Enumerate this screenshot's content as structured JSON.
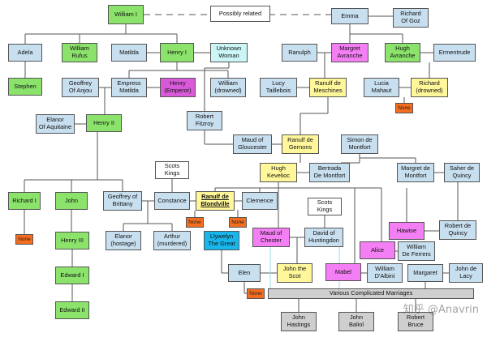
{
  "colors": {
    "green": "#8be36b",
    "blue": "#c8dff0",
    "magenta": "#d95ad9",
    "yellow": "#fff79a",
    "cyan": "#ccf6f6",
    "pink": "#f47ef4",
    "orange": "#f56d1f",
    "white": "#ffffff",
    "grey": "#cfcfcf",
    "teal": "#18b6ea",
    "line": "#555555",
    "line_light": "#9fdbe8"
  },
  "watermark": "知乎 @Anavrin",
  "nodes": {
    "william1": {
      "text": "William I",
      "color": "green"
    },
    "possibly_related": {
      "text": "Possibly related",
      "color": "white"
    },
    "emma": {
      "text": "Emma",
      "color": "blue"
    },
    "richard_goz": {
      "text": "Richard\nOf Goz",
      "color": "blue"
    },
    "adela": {
      "text": "Adela",
      "color": "blue"
    },
    "william_rufus": {
      "text": "William\nRufus",
      "color": "green"
    },
    "matilda": {
      "text": "Matilda",
      "color": "blue"
    },
    "henry1": {
      "text": "Henry I",
      "color": "green"
    },
    "unknown_woman": {
      "text": "Unknown\nWoman",
      "color": "cyan"
    },
    "ranulph": {
      "text": "Ranulph",
      "color": "blue"
    },
    "margret_avranche": {
      "text": "Margret\nAvranche",
      "color": "pink"
    },
    "hugh_avranche": {
      "text": "Hugh\nAvranche",
      "color": "green"
    },
    "ermentrude": {
      "text": "Ermentrude",
      "color": "blue"
    },
    "stephen": {
      "text": "Stephen",
      "color": "green"
    },
    "geoffrey_anjou": {
      "text": "Geoffrey\nOf Anjou",
      "color": "blue"
    },
    "empress_matilda": {
      "text": "Empress\nMatilda",
      "color": "blue"
    },
    "henry_emperor": {
      "text": "Henry\n(Emperor)",
      "color": "magenta"
    },
    "william_drowned": {
      "text": "William\n(drowned)",
      "color": "blue"
    },
    "lucy_taillebois": {
      "text": "Lucy\nTaillebois",
      "color": "blue"
    },
    "ranulf_meschines": {
      "text": "Ranulf de\nMeschines",
      "color": "yellow"
    },
    "lucia_mahaut": {
      "text": "Lucia\nMahaut",
      "color": "blue"
    },
    "richard_drowned": {
      "text": "Richard\n(drowned)",
      "color": "yellow"
    },
    "none_richard": {
      "text": "None",
      "color": "orange"
    },
    "elanor_aquitaine": {
      "text": "Elanor\nOf Aquitaine",
      "color": "blue"
    },
    "henry2": {
      "text": "Henry II",
      "color": "green"
    },
    "robert_fitzroy": {
      "text": "Robert\nFitzroy",
      "color": "blue"
    },
    "maud_gloucester": {
      "text": "Maud of\nGloucester",
      "color": "blue"
    },
    "ranulf_gernons": {
      "text": "Ranulf de\nGernons",
      "color": "yellow"
    },
    "simon_montfort": {
      "text": "Simon de\nMontfort",
      "color": "blue"
    },
    "scots_kings_1": {
      "text": "Scots\nKings",
      "color": "white"
    },
    "hugh_kevelioc": {
      "text": "Hugh\nKevelioc",
      "color": "yellow"
    },
    "bertrada_montfort": {
      "text": "Bertrada\nDe Montfort",
      "color": "blue"
    },
    "margret_montfort": {
      "text": "Margret de\nMontfort",
      "color": "blue"
    },
    "saher_quincy": {
      "text": "Saher de\nQuincy",
      "color": "blue"
    },
    "richard1": {
      "text": "Richard I",
      "color": "green"
    },
    "john": {
      "text": "John",
      "color": "green"
    },
    "geoffrey_brittany": {
      "text": "Geoffrey of\nBrittany",
      "color": "blue"
    },
    "constance": {
      "text": "Constance",
      "color": "blue"
    },
    "ranulf_blondville": {
      "text": "Ranulf de\nBlondville",
      "color": "yellow",
      "bold": true
    },
    "clemence": {
      "text": "Clemence",
      "color": "blue"
    },
    "scots_kings_2": {
      "text": "Scots\nKings",
      "color": "white"
    },
    "none_constance": {
      "text": "None",
      "color": "orange"
    },
    "none_clemence": {
      "text": "None",
      "color": "orange"
    },
    "none_richard1": {
      "text": "None",
      "color": "orange"
    },
    "henry3": {
      "text": "Henry III",
      "color": "green"
    },
    "elanor_hostage": {
      "text": "Elanor\n(hostage)",
      "color": "blue"
    },
    "arthur_murdered": {
      "text": "Arthur\n(murdered)",
      "color": "blue"
    },
    "llywelyn": {
      "text": "Llywelyn\nThe Great",
      "color": "teal"
    },
    "maud_chester": {
      "text": "Maud of\nChester",
      "color": "pink"
    },
    "david_huntingdon": {
      "text": "David of\nHuntingdon",
      "color": "blue"
    },
    "hawise": {
      "text": "Hawise",
      "color": "pink"
    },
    "robert_quincy": {
      "text": "Robert de\nQuincy",
      "color": "blue"
    },
    "alice": {
      "text": "Alice",
      "color": "pink"
    },
    "william_ferrers": {
      "text": "William\nDe Ferrers",
      "color": "blue"
    },
    "edward1": {
      "text": "Edward I",
      "color": "green"
    },
    "elen": {
      "text": "Elen",
      "color": "blue"
    },
    "john_scot": {
      "text": "John the\nScot",
      "color": "yellow"
    },
    "mabel": {
      "text": "Mabel",
      "color": "pink"
    },
    "william_albini": {
      "text": "William\nD'Albini",
      "color": "blue"
    },
    "margaret": {
      "text": "Margaret",
      "color": "blue"
    },
    "john_lacy": {
      "text": "John de\nLacy",
      "color": "blue"
    },
    "none_elen": {
      "text": "None",
      "color": "orange"
    },
    "various_marriages": {
      "text": "Various Complicated Marriages",
      "color": "grey"
    },
    "edward2": {
      "text": "Edward II",
      "color": "green"
    },
    "john_hastings": {
      "text": "John\nHastings",
      "color": "grey"
    },
    "john_baliol": {
      "text": "John\nBaliol",
      "color": "grey"
    },
    "robert_bruce": {
      "text": "Robert\nBruce",
      "color": "grey"
    }
  }
}
